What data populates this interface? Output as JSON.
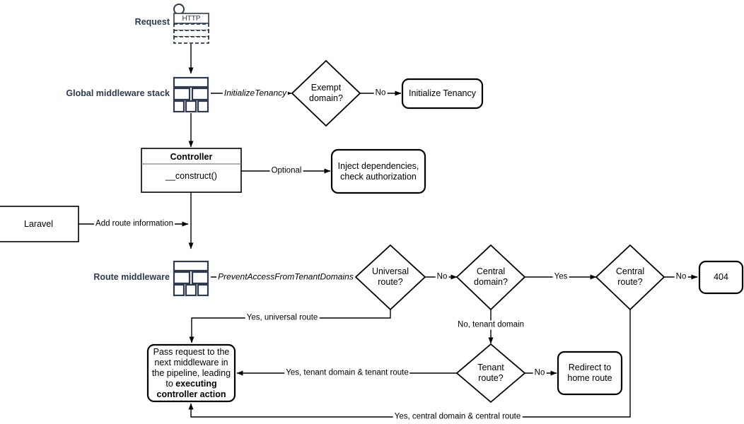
{
  "diagram": {
    "title": "Laravel multi-tenancy request lifecycle flowchart",
    "colors": {
      "stroke": "#000000",
      "label_navy": "#2e3b4e",
      "background": "#ffffff"
    },
    "swimlane_labels": [
      {
        "id": "request",
        "text": "Request"
      },
      {
        "id": "global-middleware",
        "text": "Global middleware stack"
      },
      {
        "id": "route-middleware",
        "text": "Route middleware"
      }
    ],
    "icons": {
      "http_request": {
        "name": "http-request-icon",
        "badge": "HTTP"
      },
      "middleware_stack": {
        "name": "middleware-stack-icon"
      }
    },
    "nodes": [
      {
        "id": "exempt-domain",
        "shape": "diamond",
        "text": "Exempt\ndomain?",
        "lines": [
          "Exempt",
          "domain?"
        ]
      },
      {
        "id": "initialize-tenancy",
        "shape": "rounded-rect",
        "text": "Initialize Tenancy",
        "lines": [
          "Initialize Tenancy"
        ]
      },
      {
        "id": "controller",
        "shape": "uml-class",
        "title": "Controller",
        "rows": [
          "__construct()"
        ]
      },
      {
        "id": "inject-dependencies",
        "shape": "rounded-rect",
        "text": "Inject dependencies, check authorization",
        "lines": [
          "Inject dependencies,",
          "check authorization"
        ]
      },
      {
        "id": "laravel",
        "shape": "rect",
        "text": "Laravel",
        "lines": [
          "Laravel"
        ]
      },
      {
        "id": "universal-route",
        "shape": "diamond",
        "text": "Universal route?",
        "lines": [
          "Universal",
          "route?"
        ]
      },
      {
        "id": "central-domain",
        "shape": "diamond",
        "text": "Central domain?",
        "lines": [
          "Central",
          "domain?"
        ]
      },
      {
        "id": "central-route",
        "shape": "diamond",
        "text": "Central route?",
        "lines": [
          "Central",
          "route?"
        ]
      },
      {
        "id": "not-found",
        "shape": "rounded-rect",
        "text": "404",
        "lines": [
          "404"
        ]
      },
      {
        "id": "tenant-route",
        "shape": "diamond",
        "text": "Tenant route?",
        "lines": [
          "Tenant",
          "route?"
        ]
      },
      {
        "id": "redirect-home",
        "shape": "rounded-rect",
        "text": "Redirect to home route",
        "lines": [
          "Redirect to",
          "home route"
        ]
      },
      {
        "id": "pass-request",
        "shape": "rounded-rect",
        "text": "Pass request to the next middleware in the pipeline, leading to executing controller action",
        "lines": [
          "Pass request to the",
          "next middleware in",
          "the pipeline, leading",
          "to ",
          "executing",
          "controller action"
        ],
        "plain": [
          "Pass request to the",
          "next middleware in",
          "the pipeline, leading",
          "to"
        ],
        "bold": [
          "executing",
          "controller action"
        ]
      }
    ],
    "edge_labels": [
      {
        "id": "initialize-tenancy-edge",
        "text": "InitializeTenancy",
        "style": "italic"
      },
      {
        "id": "exempt-no",
        "text": "No"
      },
      {
        "id": "optional",
        "text": "Optional"
      },
      {
        "id": "add-route-information",
        "text": "Add route information"
      },
      {
        "id": "prevent-access",
        "text": "PreventAccessFromTenantDomains",
        "style": "italic"
      },
      {
        "id": "universal-no",
        "text": "No"
      },
      {
        "id": "central-domain-yes",
        "text": "Yes"
      },
      {
        "id": "central-route-no",
        "text": "No"
      },
      {
        "id": "central-domain-no",
        "text": "No, tenant domain"
      },
      {
        "id": "universal-yes",
        "text": "Yes, universal route"
      },
      {
        "id": "tenant-route-yes",
        "text": "Yes, tenant domain & tenant route"
      },
      {
        "id": "tenant-route-no",
        "text": "No"
      },
      {
        "id": "central-route-yes",
        "text": "Yes, central domain & central route"
      }
    ]
  }
}
